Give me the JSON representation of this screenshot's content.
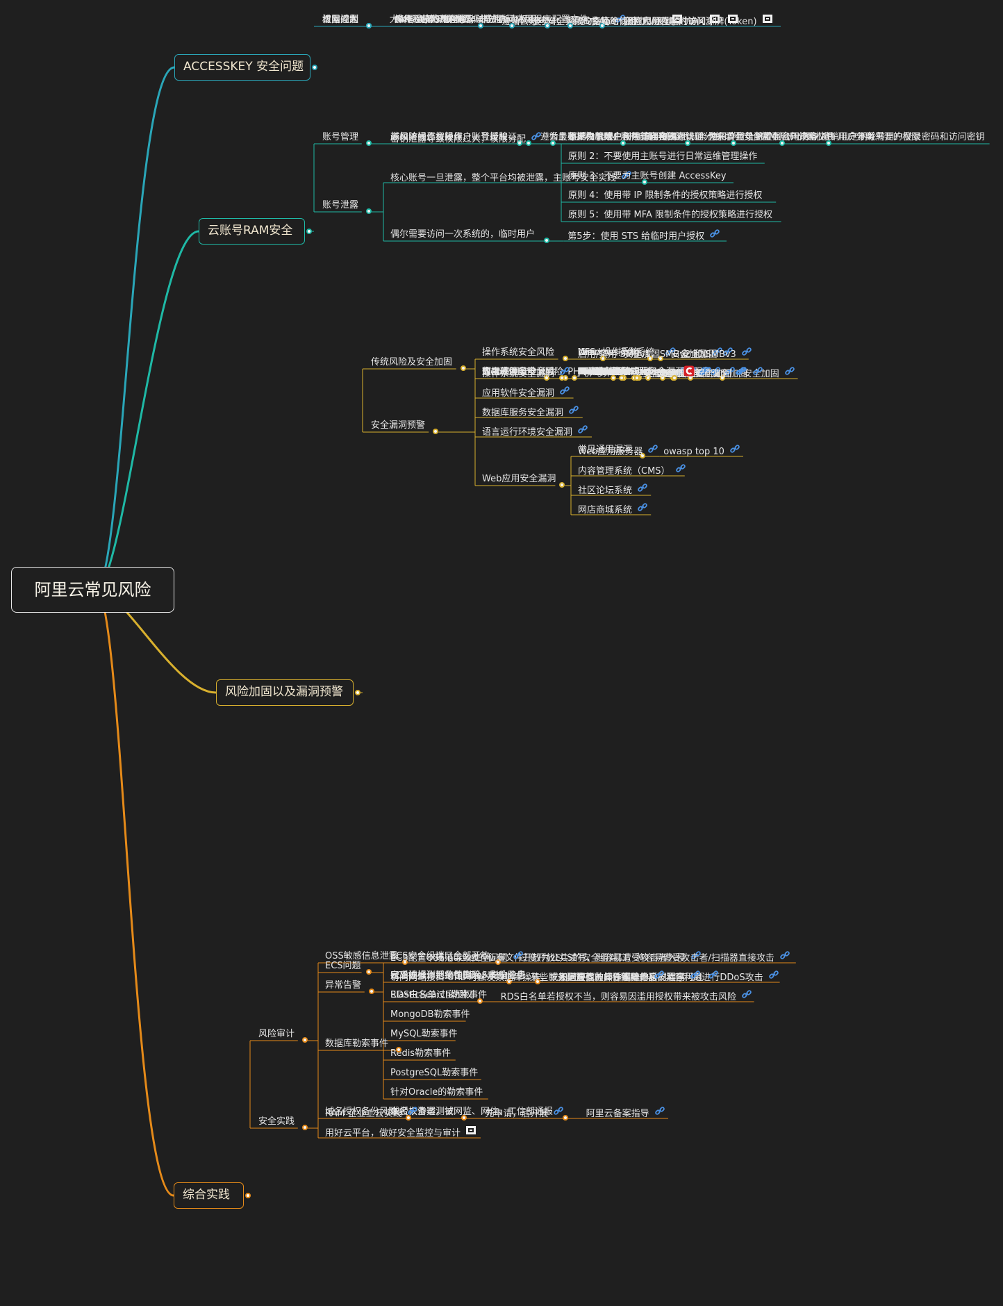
{
  "root": {
    "label": "阿里云常见风险"
  },
  "colors": {
    "bg": "#1f1f1f",
    "ak": "#2aa6b8",
    "ram": "#1fb9a6",
    "risk": "#d8b02e",
    "prac": "#e58a19"
  },
  "branches": [
    {
      "id": "ak",
      "label": "ACCESSKEY 安全问题",
      "color": "#2aa6b8",
      "dot": "#2aa6b8",
      "children": [
        {
          "label": "泄露问题",
          "children": [
            {
              "label": "GitHub等公网泄露",
              "children": [
                {
                  "label": "遵循云账号安全实践的指南",
                  "icon": "link-icon"
                }
              ]
            },
            {
              "label": "AK写到iOS或Android应用",
              "children": [
                {
                  "label": "姿势4：为iOS或Android应用颁发临时访问令牌(Token)",
                  "icon": "note-icon"
                }
              ]
            }
          ]
        },
        {
          "label": "权限过大",
          "children": [
            {
              "label": "大AK，它代表的是云账号的所有权限",
              "children": [
                {
                  "label": "姿势2：杜绝使用“大AK”",
                  "icon": "note-icon"
                }
              ]
            }
          ]
        },
        {
          "label": "访问控制",
          "children": [
            {
              "label": "操作系统应用程序非法访问access key配置文件",
              "children": [
                {
                  "label": "姿势1：正确保护AK",
                  "icon": "note-icon"
                }
              ]
            },
            {
              "label": "应用程序的“小AK”，非法访问应用程序",
              "children": [
                {
                  "label": "姿势3：限制应用程序的访问源IP",
                  "icon": "note-icon"
                }
              ]
            }
          ]
        }
      ]
    },
    {
      "id": "ram",
      "label": "云账号RAM安全",
      "color": "#1fb9a6",
      "dot": "#1fb9a6",
      "children": [
        {
          "label": "账号管理",
          "children": [
            {
              "label": "高风险操作权限用户，登录验证",
              "children": [
                {
                  "label": "为主账户和 RAM 用户启用 MFA",
                  "children": [
                    {
                      "label": "为用户登录配置强密码策略",
                      "children": [
                        {
                          "label": "定期轮转用户登录密码和访问密钥"
                        }
                      ]
                    }
                  ]
                }
              ]
            },
            {
              "label": "越权访问恶意操作，账号授权",
              "children": [
                {
                  "label": "遵循最小授权原则",
                  "children": [
                    {
                      "label": "使用策略限制条件来增强安全性",
                      "children": [
                        {
                          "label": "及时撤销用户不再需要的权限"
                        }
                      ]
                    }
                  ]
                }
              ]
            },
            {
              "label": "密钥泄露导致权限过大，权限分配",
              "icon": "link-icon",
              "children": [
                {
                  "label": "不要为根账户创建访问密钥",
                  "children": [
                    {
                      "label": "使用群组给 RAM 用户分配权限"
                    }
                  ]
                },
                {
                  "label": "将用户管理、权限管理与资源管理分离",
                  "children": [
                    {
                      "label": "将控制台用户与 API 用户分离"
                    }
                  ]
                }
              ]
            }
          ]
        },
        {
          "label": "账号泄露",
          "children": [
            {
              "label": "核心账号一旦泄露，整个平台均被泄露，主账号安全实践",
              "icon": "link-icon",
              "children": [
                {
                  "label": "原则 1：给主账号开启多因素认证"
                },
                {
                  "label": "原则 2：不要使用主账号进行日常运维管理操作"
                },
                {
                  "label": "原则 3：不要为主账号创建 AccessKey"
                },
                {
                  "label": "原则 4：使用带 IP 限制条件的授权策略进行授权"
                },
                {
                  "label": "原则 5：使用带 MFA 限制条件的授权策略进行授权"
                }
              ]
            },
            {
              "label": "偶尔需要访问一次系统的，临时用户",
              "children": [
                {
                  "label": "第5步：使用 STS 给临时用户授权",
                  "icon": "link-icon"
                }
              ]
            }
          ]
        }
      ]
    },
    {
      "id": "risk",
      "label": "风险加固以及漏洞预警",
      "color": "#d8b02e",
      "dot": "#d8b02e",
      "children": [
        {
          "label": "传统风险及安全加固",
          "children": [
            {
              "label": "操作系统安全风险",
              "children": [
                {
                  "label": "Windows操作系统",
                  "children": [
                    {
                      "label": "安全加固",
                      "icon": "link-icon"
                    }
                  ]
                },
                {
                  "label": "Linux操作系统",
                  "children": [
                    {
                      "label": "安全加固",
                      "icon": "link-icon"
                    }
                  ]
                },
                {
                  "label": "NFS",
                  "children": [
                    {
                      "label": "安全加固",
                      "icon": "link-icon"
                    }
                  ]
                },
                {
                  "label": "启用/禁用 SMBv1、SMBv2 和 SMBv3",
                  "icon": "link-icon"
                }
              ]
            },
            {
              "label": "数据库服务安全风险",
              "children": [
                {
                  "label": "MongoDB",
                  "children": [
                    {
                      "label": "安全加固",
                      "icon": "link-icon"
                    }
                  ]
                },
                {
                  "label": "Memcached",
                  "children": [
                    {
                      "label": "安全加固",
                      "icon": "link-icon"
                    }
                  ]
                },
                {
                  "label": "Redis",
                  "children": [
                    {
                      "label": "安全加固",
                      "icon": "link-icon"
                    }
                  ]
                },
                {
                  "label": "MySQL",
                  "children": [
                    {
                      "label": "安全加固",
                      "icon": "link-icon"
                    }
                  ]
                }
              ]
            },
            {
              "label": "应用软件安全风险",
              "children": [
                {
                  "label": "FTP匿名登录或弱口令漏洞及服务",
                  "children": [
                    {
                      "label": "安全加固",
                      "icon": "link-icon"
                    }
                  ]
                },
                {
                  "label": "Docker容器",
                  "children": [
                    {
                      "label": "安全加固",
                      "icon": "link-icon"
                    }
                  ]
                },
                {
                  "label": "Jenkins",
                  "children": [
                    {
                      "label": "安全加固",
                      "icon": "link-icon"
                    }
                  ]
                },
                {
                  "label": "Kubernetes",
                  "children": [
                    {
                      "label": "安全加固",
                      "icon": "link-icon"
                    }
                  ]
                },
                {
                  "label": "Hadoop环境",
                  "children": [
                    {
                      "label": "安全加固",
                      "icon": "link-icon"
                    }
                  ]
                },
                {
                  "label": "FileZilla FTP Server",
                  "children": [
                    {
                      "label": "安全加固",
                      "icon": "link-icon"
                    }
                  ]
                },
                {
                  "label": "Elasticsearch服务",
                  "children": [
                    {
                      "label": "安全加固",
                      "icon": "link-icon"
                    }
                  ]
                },
                {
                  "label": "phpMyadmin 服务",
                  "children": [
                    {
                      "label": "安全加固",
                      "icon": "link-icon"
                    }
                  ]
                }
              ]
            },
            {
              "label": "语言环境风险",
              "children": [
                {
                  "label": "PHP环境安全加固",
                  "children": [
                    {
                      "label": "安全加固",
                      "icon": "link-icon"
                    }
                  ]
                }
              ]
            },
            {
              "label": "Web应用安全风险",
              "children": [
                {
                  "label": "Apache服务",
                  "children": [
                    {
                      "label": "安全加固",
                      "icon": "link-icon"
                    }
                  ]
                },
                {
                  "label": "Tomcat服务",
                  "children": [
                    {
                      "label": "安全加固",
                      "icon": "link-icon"
                    }
                  ]
                },
                {
                  "label": "IIS服务",
                  "children": [
                    {
                      "label": "安全加固",
                      "icon": "c-icon"
                    }
                  ]
                },
                {
                  "label": "网站被植入Webshell",
                  "children": [
                    {
                      "label": "安全加固",
                      "icon": "link-icon"
                    }
                  ]
                }
              ]
            }
          ]
        },
        {
          "label": "安全漏洞预警",
          "children": [
            {
              "label": "操作系统安全漏洞",
              "icon": "link-icon"
            },
            {
              "label": "应用软件安全漏洞",
              "icon": "link-icon"
            },
            {
              "label": "数据库服务安全漏洞",
              "icon": "link-icon"
            },
            {
              "label": "语言运行环境安全漏洞",
              "icon": "link-icon"
            },
            {
              "label": "Web应用安全漏洞",
              "children": [
                {
                  "label": "常见通用漏洞",
                  "children": [
                    {
                      "label": "owasp top 10",
                      "icon": "link-icon"
                    }
                  ]
                },
                {
                  "label": "Web应用服务器",
                  "icon": "link-icon"
                },
                {
                  "label": "内容管理系统（CMS）",
                  "icon": "link-icon"
                },
                {
                  "label": "社区论坛系统",
                  "icon": "link-icon"
                },
                {
                  "label": "网店商城系统",
                  "icon": "link-icon"
                }
              ]
            }
          ]
        }
      ]
    },
    {
      "id": "prac",
      "label": "综合实践",
      "color": "#e58a19",
      "dot": "#e58a19",
      "children": [
        {
          "label": "风险审计",
          "children": [
            {
              "label": "OSS敏感信息泄露",
              "children": [
                {
                  "label": "OSS bucket的私有文件开放为公共读写，则容易遭受攻击者入侵",
                  "icon": "link-icon"
                }
              ]
            },
            {
              "label": "ECS问题",
              "children": [
                {
                  "label": "ECS安全组端口全部开放",
                  "children": [
                    {
                      "label": "过度开放ECS的安全组端口，将容易遭受攻击者/扫描器直接攻击",
                      "icon": "link-icon"
                    }
                  ]
                },
                {
                  "label": "ECS配置不规范导致安全问题",
                  "icon": "link-icon"
                },
                {
                  "label": "ECS被检测到存在DDoS攻击",
                  "children": [
                    {
                      "label": "某些服务配置不当，导致服务器被黑客利用进行DDoS攻击",
                      "icon": "link-icon"
                    }
                  ]
                },
                {
                  "label": "定义的操作系统镜像引入安全隐患",
                  "children": [
                    {
                      "label": "不同层面的操作系统自身的漏洞问题",
                      "icon": "link-icon"
                    }
                  ]
                }
              ]
            },
            {
              "label": "异常告警",
              "children": [
                {
                  "label": "云盾误报，把文件删除，影响业务",
                  "children": [
                    {
                      "label": "如何查找被云盾删除的后门程序",
                      "icon": "link-icon"
                    }
                  ]
                },
                {
                  "label": "访问网站接口 URL 时触发数据库操作，或发送短信、邮件等异常",
                  "icon": "link-icon"
                },
                {
                  "label": "RDS白名单过度授权",
                  "children": [
                    {
                      "label": "RDS白名单若授权不当，则容易因滥用授权带来被攻击风险",
                      "icon": "link-icon"
                    }
                  ]
                }
              ]
            },
            {
              "label": "数据库勒索事件",
              "children": [
                {
                  "label": "ElasticSearch勒索事件"
                },
                {
                  "label": "MongoDB勒索事件"
                },
                {
                  "label": "MySQL勒索事件"
                },
                {
                  "label": "Redis勒索事件"
                },
                {
                  "label": "PostgreSQL勒索事件"
                },
                {
                  "label": "针对Oracle的勒索事件"
                }
              ]
            },
            {
              "label": "域名授权备份风险",
              "children": [
                {
                  "label": "域名未备案，被网监、网信、工信部通报",
                  "children": [
                    {
                      "label": "阿里云备案指导",
                      "icon": "link-icon"
                    }
                  ]
                },
                {
                  "label": "未授权渗透测试",
                  "children": [
                    {
                      "label": "先申请，后开展",
                      "icon": "link-icon"
                    }
                  ]
                }
              ]
            }
          ]
        },
        {
          "label": "安全实践",
          "children": [
            {
              "label": "RAM 企业上云实践",
              "icon": "link-icon"
            },
            {
              "label": "用好云平台，做好安全监控与审计",
              "icon": "note-icon"
            }
          ]
        }
      ]
    }
  ]
}
